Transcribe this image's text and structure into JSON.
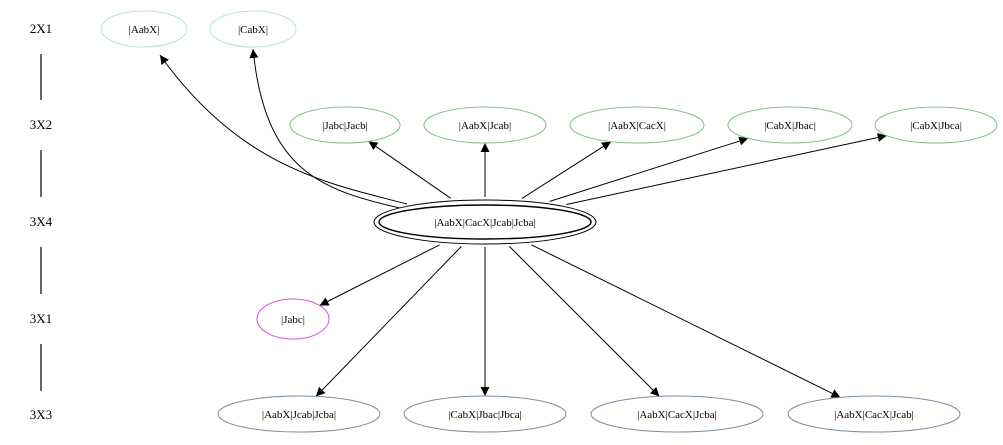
{
  "ranks": [
    {
      "id": "r2x1",
      "label": "2X1"
    },
    {
      "id": "r3x2",
      "label": "3X2"
    },
    {
      "id": "r3x4",
      "label": "3X4"
    },
    {
      "id": "r3x1",
      "label": "3X1"
    },
    {
      "id": "r3x3",
      "label": "3X3"
    }
  ],
  "colors": {
    "2X1": "#b7e3d8",
    "3X2": "#86c08a",
    "3X4": "#000000",
    "3X1": "#d35ad3",
    "3X3": "#7d8ea3",
    "edge": "#000000"
  },
  "nodes": [
    {
      "id": "n_aabx",
      "label": "|AabX|",
      "rank": "2X1"
    },
    {
      "id": "n_cabx",
      "label": "|CabX|",
      "rank": "2X1"
    },
    {
      "id": "n_jabc_jacb",
      "label": "|Jabc|Jacb|",
      "rank": "3X2"
    },
    {
      "id": "n_aabx_jcab",
      "label": "|AabX|Jcab|",
      "rank": "3X2"
    },
    {
      "id": "n_aabx_cacx",
      "label": "|AabX|CacX|",
      "rank": "3X2"
    },
    {
      "id": "n_cabx_jbac",
      "label": "|CabX|Jbac|",
      "rank": "3X2"
    },
    {
      "id": "n_cabx_jbca",
      "label": "|CabX|Jbca|",
      "rank": "3X2"
    },
    {
      "id": "n_center",
      "label": "|AabX|CacX|Jcab|Jcba|",
      "rank": "3X4"
    },
    {
      "id": "n_jabc",
      "label": "|Jabc|",
      "rank": "3X1"
    },
    {
      "id": "n_aabx_jcab_jcba",
      "label": "|AabX|Jcab|Jcba|",
      "rank": "3X3"
    },
    {
      "id": "n_cabx_jbac_jbca",
      "label": "|CabX|Jbac|Jbca|",
      "rank": "3X3"
    },
    {
      "id": "n_aabx_cacx_jcba",
      "label": "|AabX|CacX|Jcba|",
      "rank": "3X3"
    },
    {
      "id": "n_aabx_cacx_jcab",
      "label": "|AabX|CacX|Jcab|",
      "rank": "3X3"
    }
  ],
  "edges": [
    {
      "from": "n_center",
      "to": "n_aabx"
    },
    {
      "from": "n_center",
      "to": "n_cabx"
    },
    {
      "from": "n_center",
      "to": "n_jabc_jacb"
    },
    {
      "from": "n_center",
      "to": "n_aabx_jcab"
    },
    {
      "from": "n_center",
      "to": "n_aabx_cacx"
    },
    {
      "from": "n_center",
      "to": "n_cabx_jbac"
    },
    {
      "from": "n_center",
      "to": "n_cabx_jbca"
    },
    {
      "from": "n_center",
      "to": "n_jabc"
    },
    {
      "from": "n_center",
      "to": "n_aabx_jcab_jcba"
    },
    {
      "from": "n_center",
      "to": "n_cabx_jbac_jbca"
    },
    {
      "from": "n_center",
      "to": "n_aabx_cacx_jcba"
    },
    {
      "from": "n_center",
      "to": "n_aabx_cacx_jcab"
    }
  ]
}
